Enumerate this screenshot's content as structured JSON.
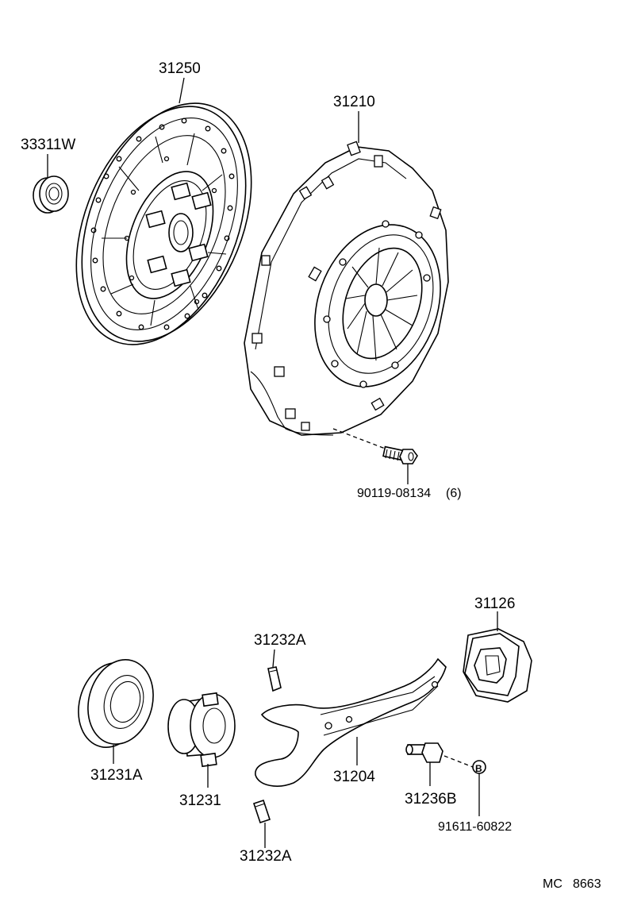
{
  "parts": {
    "clutch_disc": "31250",
    "pilot_bearing": "33311W",
    "clutch_cover": "31210",
    "cover_bolt": "90119-08134",
    "cover_bolt_qty": "(6)",
    "bearing_cover": "31126",
    "hub_clip_upper": "31232A",
    "hub_clip_lower": "31232A",
    "release_bearing": "31231A",
    "bearing_hub": "31231",
    "release_fork": "31204",
    "pivot_ball": "31236B",
    "pivot_mark_letter": "B",
    "pivot_ref_number": "91611-60822"
  },
  "footer": {
    "code_left": "MC",
    "code_right": "8663"
  }
}
